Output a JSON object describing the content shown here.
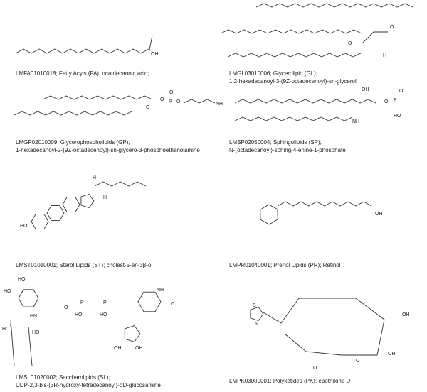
{
  "entries": [
    {
      "id": "LMFA01010018",
      "line1": "LMFA01010018; Fatty Acyls (FA); ocatdecanoic acid;",
      "line2": ""
    },
    {
      "id": "LMGL03010006",
      "line1": "LMGL03010006; Glycerolipid (GL);",
      "line2": "1,2-hexadecanoyl-3-(9Z-octadecenoyl)-sn-glycerol"
    },
    {
      "id": "LMGP02010009",
      "line1": "LMGP02010009; Glycerophospholipids (GP);",
      "line2": "1-hexadecanoyl-2-(9Z-octadecenoyl)-sn-glycero-3-phosphoethanolamine"
    },
    {
      "id": "LMSP02050004",
      "line1": "LMSP02050004; Sphingolipids (SP);",
      "line2": "N-(octadecanoyl)-sphing-4-enine-1-phosphate"
    },
    {
      "id": "LMST01010001",
      "line1": "LMST01010001; Sterol Lipids (ST); cholest-5-en-3β-ol",
      "line2": ""
    },
    {
      "id": "LMPR01040001",
      "line1": "LMPR01040001; Prenol Lipids (PR); Retinol",
      "line2": ""
    },
    {
      "id": "LMSL01020002",
      "line1": "LMSL01020002; Saccharolipids (SL);",
      "line2": "UDP-2,3-bis-(3R-hydroxy-tetradecanoyl)-αD-glucosamine"
    },
    {
      "id": "LMPK03000001",
      "line1": "LMPK03000001; Polyketides (PK); epothilone D",
      "line2": ""
    }
  ]
}
